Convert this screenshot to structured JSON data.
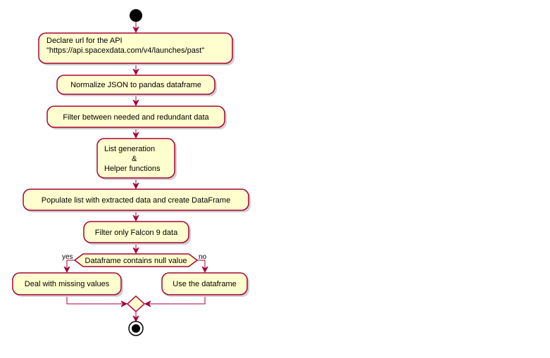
{
  "nodes": [
    {
      "id": "declare-url",
      "lines": [
        "Declare url for the API",
        "\"https://api.spacexdata.com/v4/launches/past\""
      ]
    },
    {
      "id": "normalize-json",
      "lines": [
        "Normalize JSON to pandas dataframe"
      ]
    },
    {
      "id": "filter-data",
      "lines": [
        "Filter between needed and redundant data"
      ]
    },
    {
      "id": "list-generation",
      "lines": [
        "List generation",
        "&",
        "Helper functions"
      ]
    },
    {
      "id": "populate-list",
      "lines": [
        "Populate list with extracted data and create DataFrame"
      ]
    },
    {
      "id": "filter-falcon9",
      "lines": [
        "Filter only Falcon 9 data"
      ]
    },
    {
      "id": "deal-missing",
      "lines": [
        "Deal with missing values"
      ]
    },
    {
      "id": "use-dataframe",
      "lines": [
        "Use the dataframe"
      ]
    }
  ],
  "decision": {
    "label": "Dataframe contains null value",
    "yes_label": "yes",
    "no_label": "no"
  },
  "colors": {
    "node_fill": "#fefece",
    "border": "#a80036"
  }
}
